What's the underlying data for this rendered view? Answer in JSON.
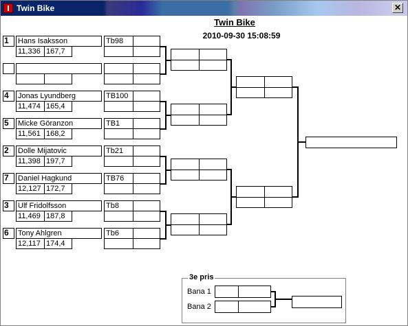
{
  "window": {
    "title": "Twin Bike",
    "close_glyph": "✕",
    "icon": "app-icon"
  },
  "header": {
    "title": "Twin Bike",
    "timestamp": "2010-09-30 15:08:59"
  },
  "round1": [
    {
      "seed": "1",
      "name": "Hans Isaksson",
      "time": "11,336",
      "speed": "167,7",
      "bike": "Tb98"
    },
    {
      "seed": "",
      "name": "",
      "time": "",
      "speed": "",
      "bike": ""
    },
    {
      "seed": "4",
      "name": "Jonas Lyundberg",
      "time": "11,474",
      "speed": "165,4",
      "bike": "TB100"
    },
    {
      "seed": "5",
      "name": "Micke Göranzon",
      "time": "11,561",
      "speed": "168,2",
      "bike": "TB1"
    },
    {
      "seed": "2",
      "name": "Dolle Mijatovic",
      "time": "11,398",
      "speed": "197,7",
      "bike": "Tb21"
    },
    {
      "seed": "7",
      "name": "Daniel Hagkund",
      "time": "12,127",
      "speed": "172,7",
      "bike": "TB76"
    },
    {
      "seed": "3",
      "name": "Ulf Fridolfsson",
      "time": "11,469",
      "speed": "187,8",
      "bike": "Tb8"
    },
    {
      "seed": "6",
      "name": "Tony Ahlgren",
      "time": "12,117",
      "speed": "174,4",
      "bike": "Tb6"
    }
  ],
  "third_place": {
    "title": "3e pris",
    "lane1": "Bana 1",
    "lane2": "Bana 2"
  }
}
